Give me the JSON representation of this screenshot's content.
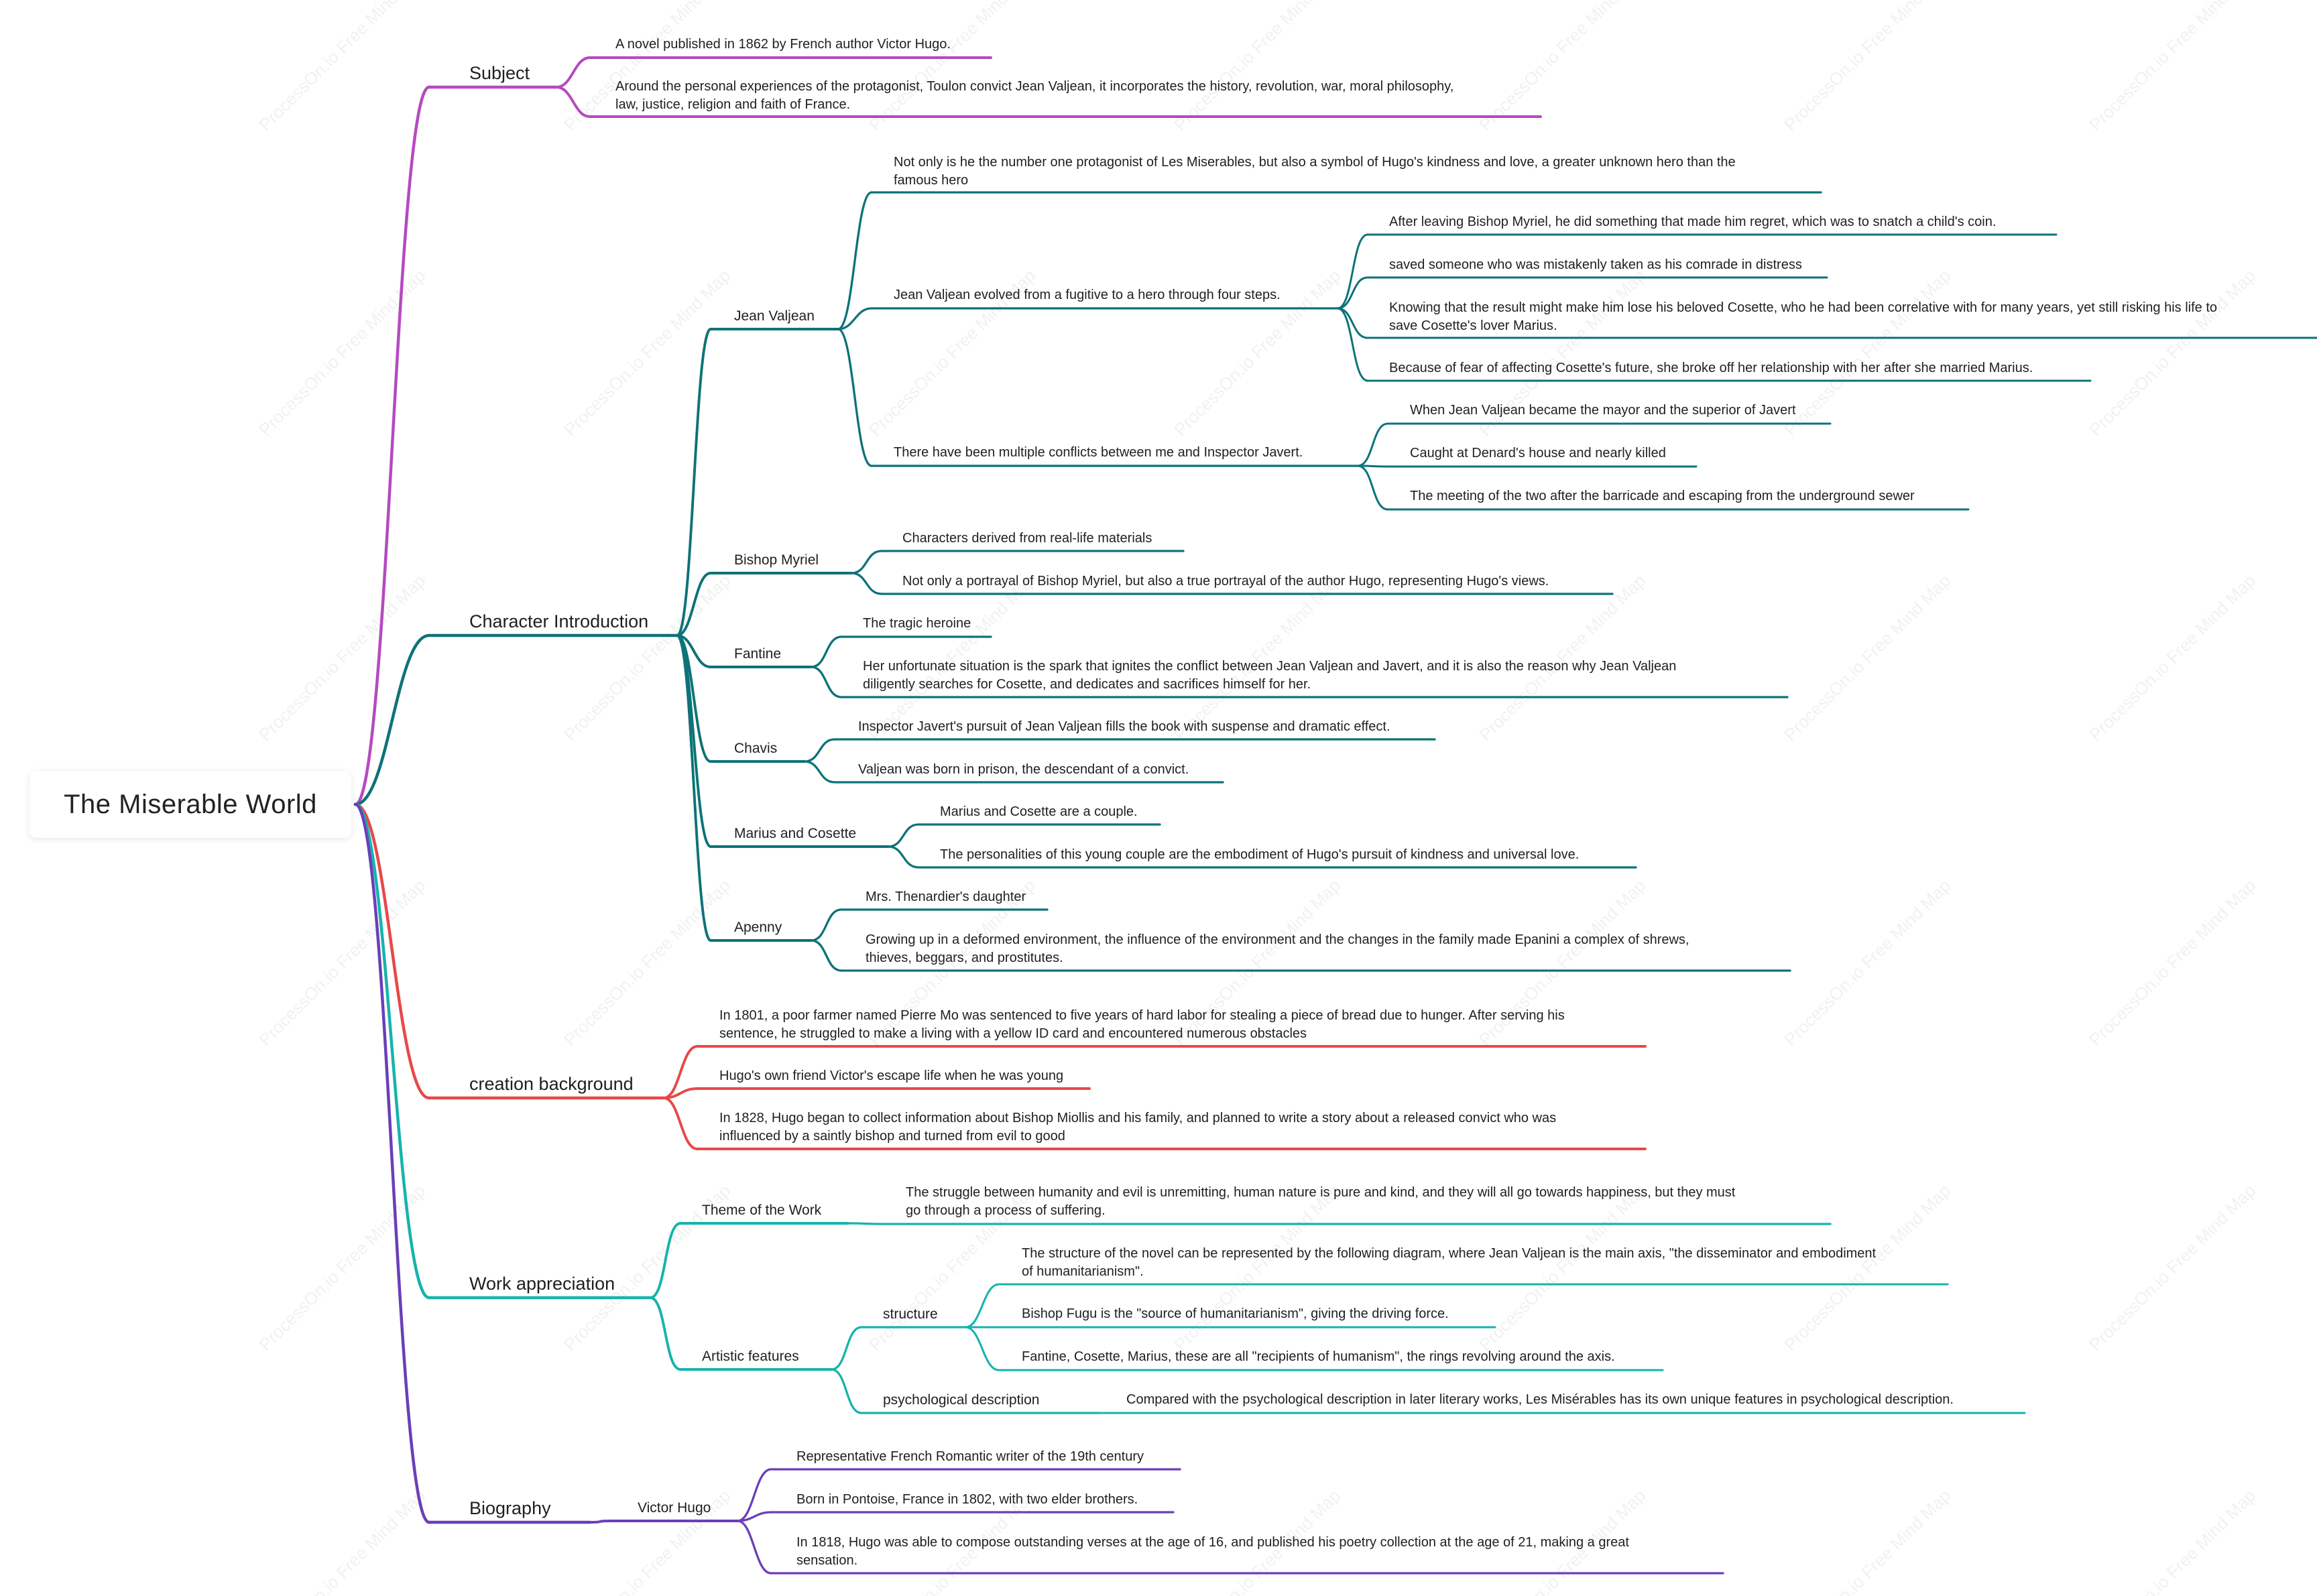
{
  "root": {
    "title": "The Miserable World"
  },
  "watermark": "ProcessOn.io Free Mind Map",
  "colors": {
    "subject": "#b44ac0",
    "character": "#0d7377",
    "creation": "#e84848",
    "appreciation": "#16b3ad",
    "biography": "#6a3fb8"
  },
  "branches": {
    "subject": {
      "label": "Subject",
      "items": [
        "A novel published in 1862 by French author Victor Hugo.",
        "Around the personal experiences of the protagonist, Toulon convict Jean Valjean, it incorporates the history, revolution, war, moral philosophy,\nlaw, justice, religion and faith of France."
      ]
    },
    "character": {
      "label": "Character Introduction",
      "valjean": {
        "label": "Jean Valjean",
        "c1": "Not only is he the number one protagonist of Les Miserables, but also a symbol of Hugo's kindness and love, a greater unknown hero than the\nfamous hero",
        "c2": {
          "label": "Jean Valjean evolved from a fugitive to a hero through four steps.",
          "items": [
            "After leaving Bishop Myriel, he did something that made him regret, which was to snatch a child's coin.",
            "saved someone who was mistakenly taken as his comrade in distress",
            "Knowing that the result might make him lose his beloved Cosette, who he had been correlative with for many years, yet still risking his life to\nsave Cosette's lover Marius.",
            "Because of fear of affecting Cosette's future, she broke off her relationship with her after she married Marius."
          ]
        },
        "c3": {
          "label": "There have been multiple conflicts between me and Inspector Javert.",
          "items": [
            "When Jean Valjean became the mayor and the superior of Javert",
            "Caught at Denard's house and nearly killed",
            "The meeting of the two after the barricade and escaping from the underground sewer"
          ]
        }
      },
      "myriel": {
        "label": "Bishop Myriel",
        "items": [
          "Characters derived from real-life materials",
          "Not only a portrayal of Bishop Myriel, but also a true portrayal of the author Hugo, representing Hugo's views."
        ]
      },
      "fantine": {
        "label": "Fantine",
        "items": [
          "The tragic heroine",
          "Her unfortunate situation is the spark that ignites the conflict between Jean Valjean and Javert, and it is also the reason why Jean Valjean\ndiligently searches for Cosette, and dedicates and sacrifices himself for her."
        ]
      },
      "chavis": {
        "label": "Chavis",
        "items": [
          "Inspector Javert's pursuit of Jean Valjean fills the book with suspense and dramatic effect.",
          "Valjean was born in prison, the descendant of a convict."
        ]
      },
      "marius": {
        "label": "Marius and Cosette",
        "items": [
          "Marius and Cosette are a couple.",
          "The personalities of this young couple are the embodiment of Hugo's pursuit of kindness and universal love."
        ]
      },
      "apenny": {
        "label": "Apenny",
        "items": [
          "Mrs. Thenardier's daughter",
          "Growing up in a deformed environment, the influence of the environment and the changes in the family made Epanini a complex of shrews,\nthieves, beggars, and prostitutes."
        ]
      }
    },
    "creation": {
      "label": "creation background",
      "items": [
        "In 1801, a poor farmer named Pierre Mo was sentenced to five years of hard labor for stealing a piece of bread due to hunger. After serving his\nsentence, he struggled to make a living with a yellow ID card and encountered numerous obstacles",
        "Hugo's own friend Victor's escape life when he was young",
        "In 1828, Hugo began to collect information about Bishop Miollis and his family, and planned to write a story about a released convict who was\ninfluenced by a saintly bishop and turned from evil to good"
      ]
    },
    "appreciation": {
      "label": "Work appreciation",
      "theme": {
        "label": "Theme of the Work",
        "text": "The struggle between humanity and evil is unremitting, human nature is pure and kind, and they will all go towards happiness, but they must\ngo through a process of suffering."
      },
      "artistic": {
        "label": "Artistic features",
        "structure": {
          "label": "structure",
          "items": [
            "The structure of the novel can be represented by the following diagram, where Jean Valjean is the main axis, \"the disseminator and embodiment\nof humanitarianism\".",
            "Bishop Fugu is the \"source of humanitarianism\", giving the driving force.",
            "Fantine, Cosette, Marius, these are all \"recipients of humanism\", the rings revolving around the axis."
          ]
        },
        "psych": {
          "label": "psychological description",
          "text": "Compared with the psychological description in later literary works, Les Misérables has its own unique features in psychological description."
        }
      }
    },
    "biography": {
      "label": "Biography",
      "hugo": {
        "label": "Victor Hugo",
        "items": [
          "Representative French Romantic writer of the 19th century",
          "Born in Pontoise, France in 1802, with two elder brothers.",
          "In 1818, Hugo was able to compose outstanding verses at the age of 16, and published his poetry collection at the age of 21, making a great\nsensation."
        ]
      }
    }
  }
}
